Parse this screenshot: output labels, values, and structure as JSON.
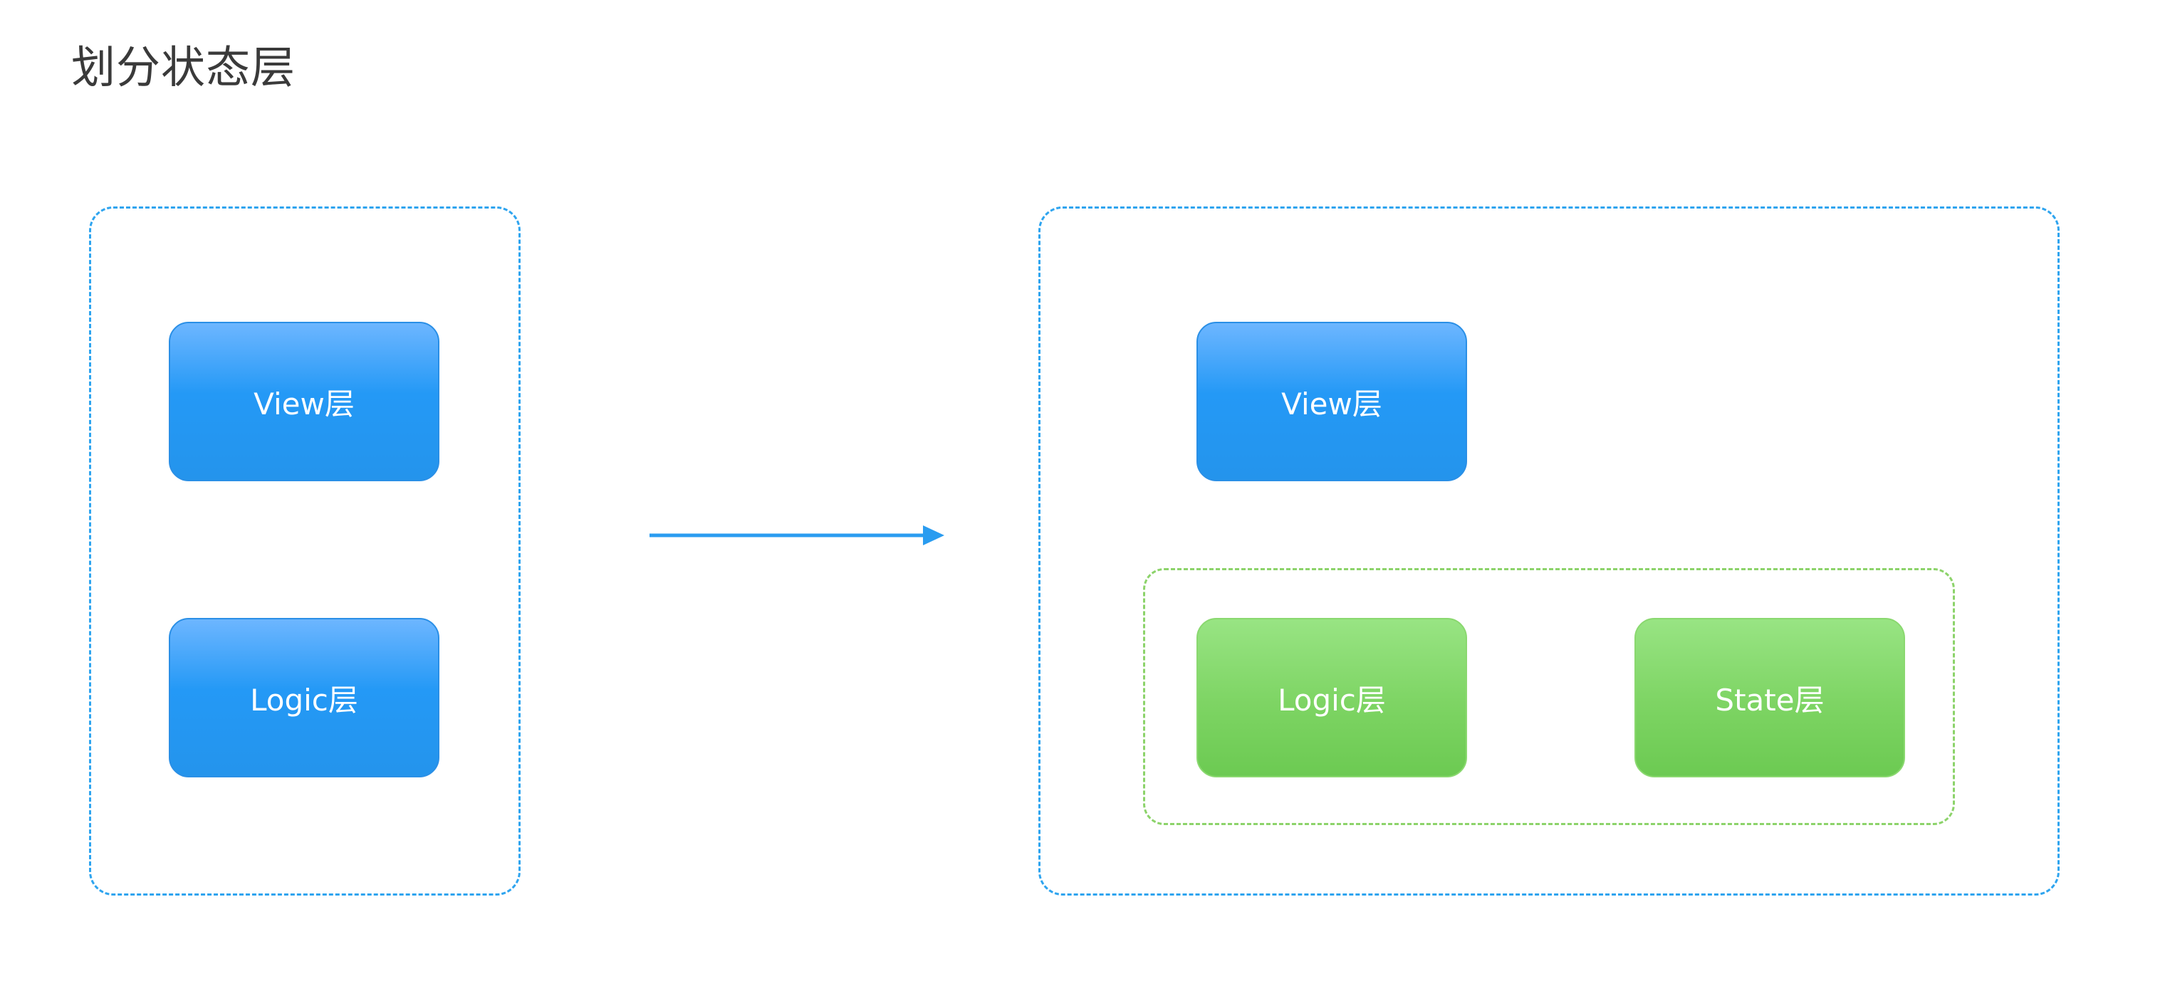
{
  "title": "划分状态层",
  "colors": {
    "frame_blue": "#2ea4ef",
    "frame_green": "#8cd36a",
    "box_blue": "#2499f6",
    "box_green": "#7dd463",
    "arrow": "#2a9cf0"
  },
  "before": {
    "boxes": [
      "View层",
      "Logic层"
    ]
  },
  "after": {
    "view": "View层",
    "state_group": [
      "Logic层",
      "State层"
    ]
  },
  "icons": {
    "arrow": "arrow-right-icon"
  }
}
